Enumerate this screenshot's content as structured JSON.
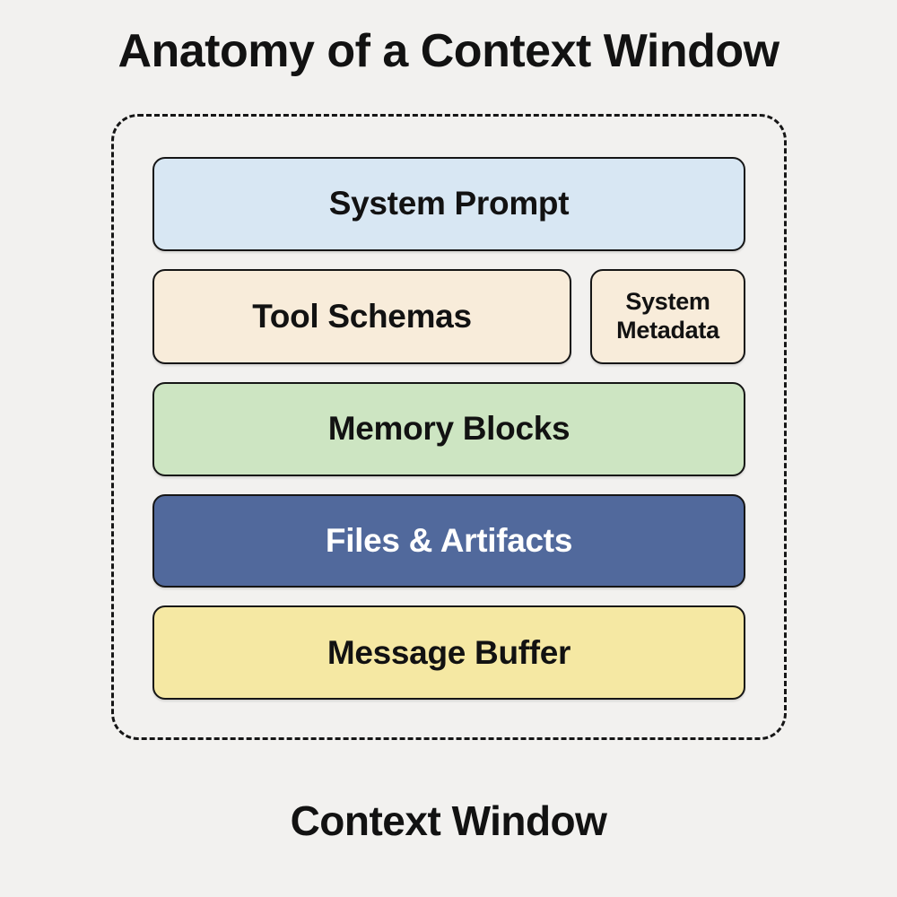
{
  "title": "Anatomy of a Context Window",
  "container_label": "Context Window",
  "colors": {
    "page_background": "#f2f1ef",
    "border": "#161616",
    "dashed_outline": "#161616"
  },
  "boxes": [
    {
      "id": "system-prompt",
      "label": "System Prompt",
      "bg": "#d8e7f3",
      "text": "#121212"
    },
    {
      "id": "tool-schemas",
      "label": "Tool Schemas",
      "bg": "#f8ecda",
      "text": "#121212"
    },
    {
      "id": "system-metadata",
      "label": "System Metadata",
      "bg": "#f8ecda",
      "text": "#121212"
    },
    {
      "id": "memory-blocks",
      "label": "Memory Blocks",
      "bg": "#cde5c2",
      "text": "#121212"
    },
    {
      "id": "files-artifacts",
      "label": "Files & Artifacts",
      "bg": "#51699c",
      "text": "#ffffff"
    },
    {
      "id": "message-buffer",
      "label": "Message Buffer",
      "bg": "#f5e8a3",
      "text": "#121212"
    }
  ]
}
